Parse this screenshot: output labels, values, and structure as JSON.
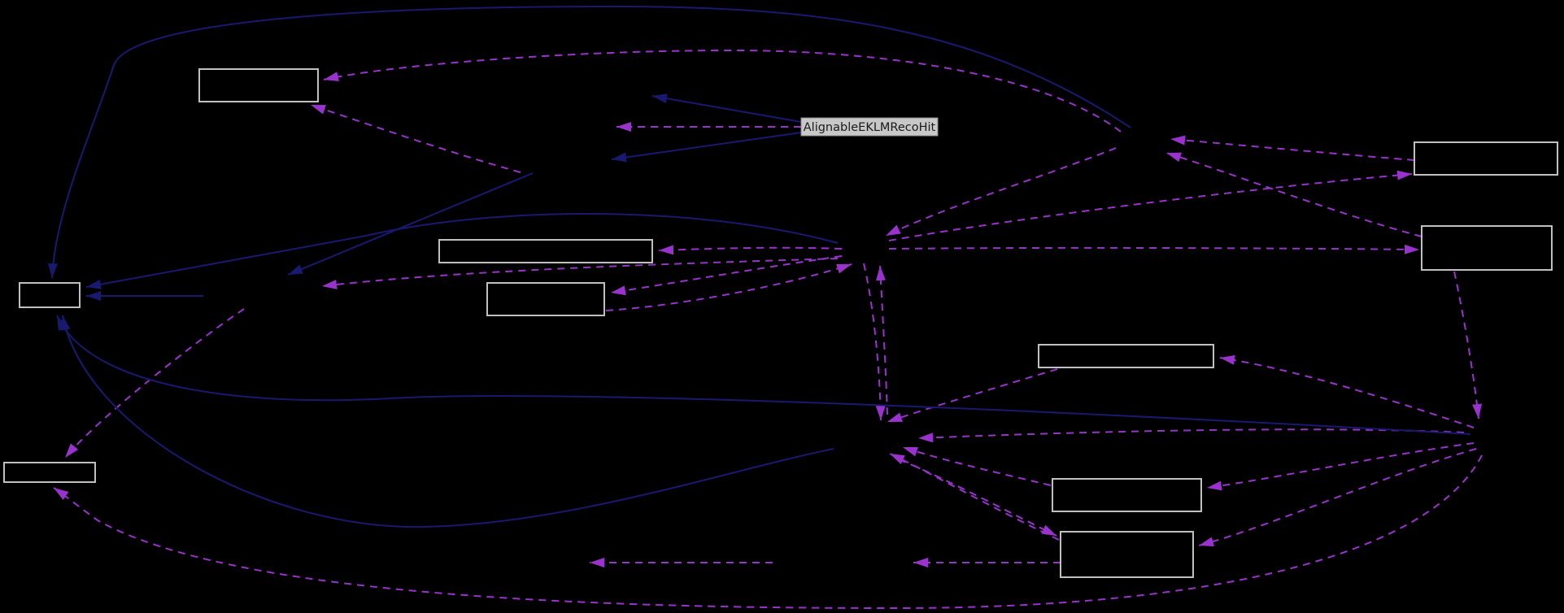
{
  "diagram": {
    "type": "collaboration-graph",
    "background_color": "#000000",
    "central_node": {
      "label": "AlignableEKLMRecoHit",
      "fill_color": "#c8c8c8",
      "border_color": "#8c8c8c",
      "text_color": "#1a1a1a"
    },
    "node_style": {
      "border_color": "#c0c0c0",
      "fill_color": "#000000",
      "label": ""
    },
    "edge_styles": {
      "inheritance": {
        "color": "#191970",
        "style": "solid"
      },
      "usage": {
        "color": "#9a32cd",
        "style": "dashed"
      }
    },
    "nodes": [
      {
        "id": "box-top-left",
        "label": ""
      },
      {
        "id": "box-left",
        "label": ""
      },
      {
        "id": "box-middle-long",
        "label": ""
      },
      {
        "id": "box-middle-small",
        "label": ""
      },
      {
        "id": "box-right-top",
        "label": ""
      },
      {
        "id": "box-right-mid",
        "label": ""
      },
      {
        "id": "box-mid-right",
        "label": ""
      },
      {
        "id": "box-bottom-1",
        "label": ""
      },
      {
        "id": "box-bottom-2",
        "label": ""
      },
      {
        "id": "box-bottom-left",
        "label": ""
      }
    ]
  }
}
